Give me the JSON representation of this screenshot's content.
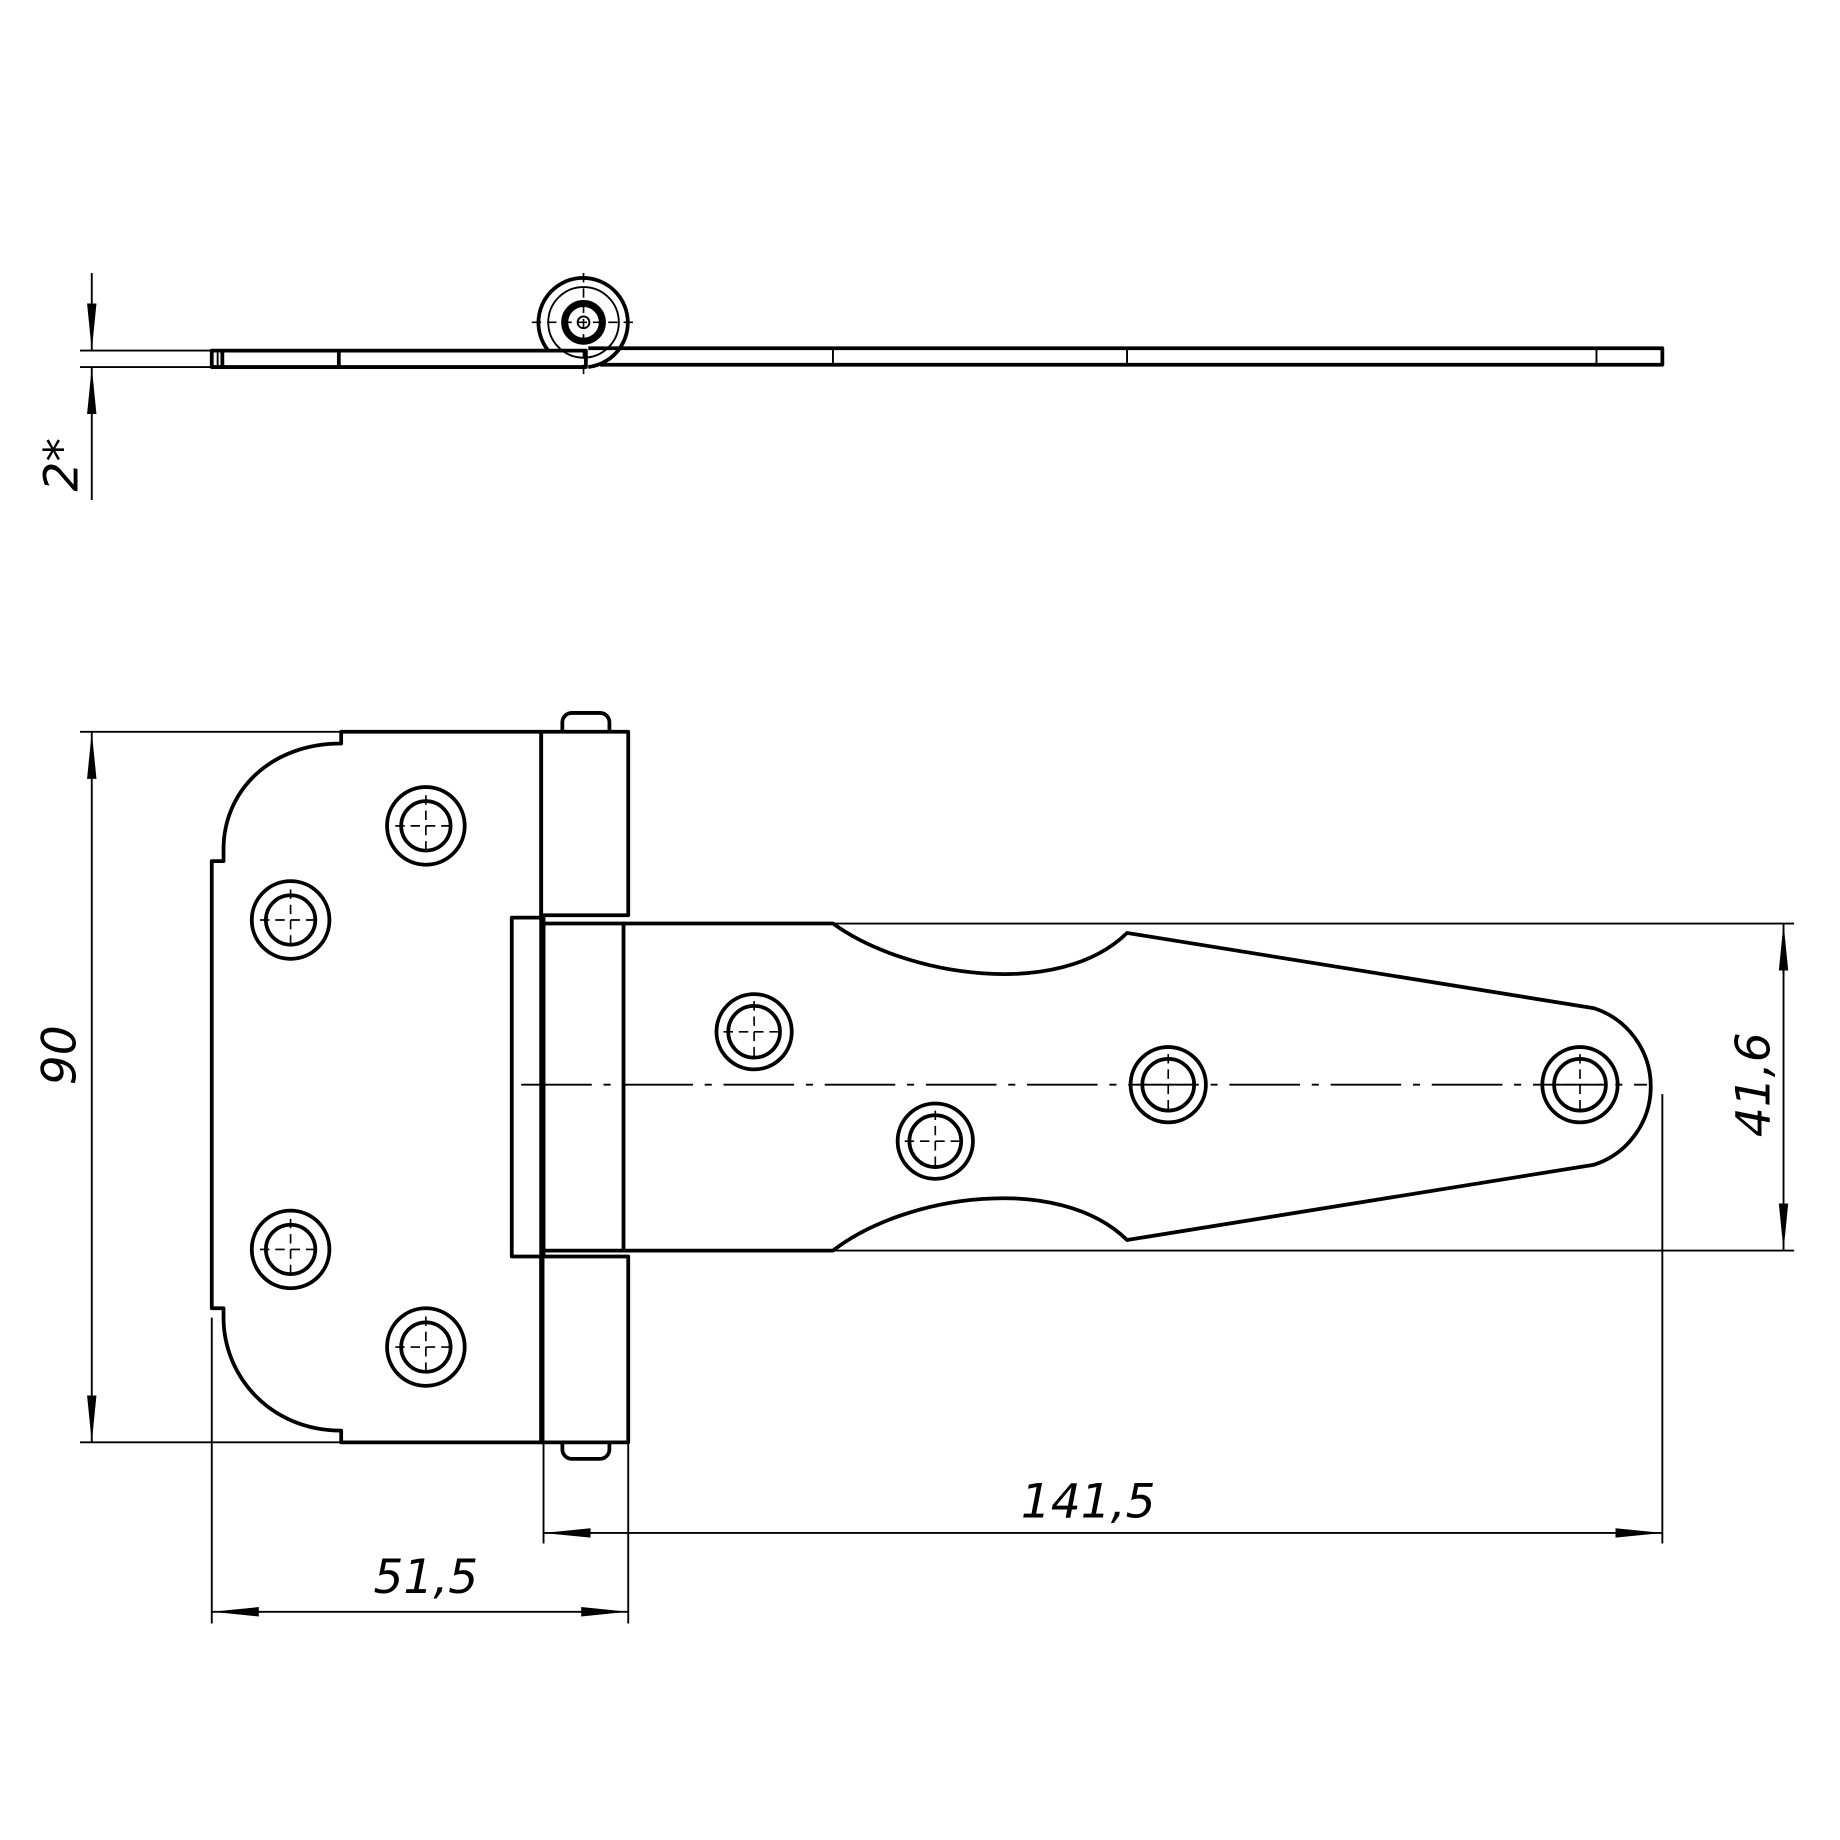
{
  "title": "Hinge technical drawing",
  "dimensions": {
    "thickness": "2*",
    "height": "90",
    "strap_width": "41,6",
    "strap_length": "141,5",
    "leaf_width": "51,5"
  },
  "colors": {
    "line": "#000000",
    "background": "#ffffff"
  }
}
